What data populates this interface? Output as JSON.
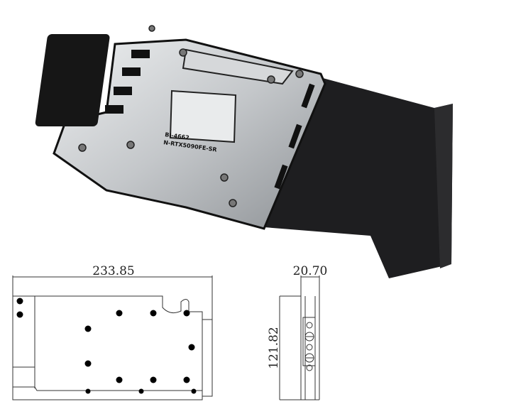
{
  "product": {
    "engraving_line1": "BI-4662",
    "engraving_line2": "N-RTX5090FE-SR",
    "colors": {
      "metal": "#c8cacc",
      "backplate": "#1e1e20",
      "outline": "#111111"
    }
  },
  "drawing": {
    "front_view": {
      "width_label": "233.85"
    },
    "side_view": {
      "thickness_label": "20.70",
      "height_label": "121.82"
    }
  }
}
